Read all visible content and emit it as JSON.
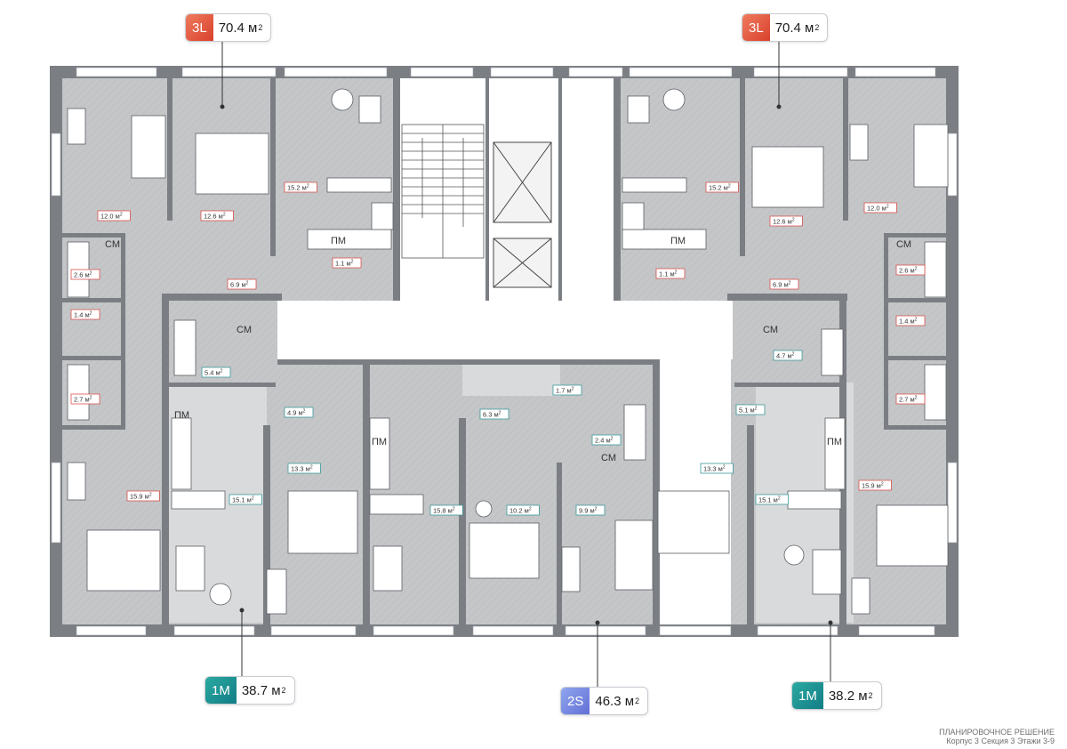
{
  "caption": {
    "title": "ПЛАНИРОВОЧНОЕ РЕШЕНИЕ",
    "subtitle": "Корпус 3 Секция 3 Этажи 3-9"
  },
  "area_unit": "м",
  "apartments": [
    {
      "id": "apt-3l-left",
      "code": "3L",
      "area": "70.4 м",
      "color": "#e35b41"
    },
    {
      "id": "apt-3l-right",
      "code": "3L",
      "area": "70.4 м",
      "color": "#e35b41"
    },
    {
      "id": "apt-1m-left",
      "code": "1M",
      "area": "38.7 м",
      "color": "#1f8f93"
    },
    {
      "id": "apt-2s-center",
      "code": "2S",
      "area": "46.3 м",
      "color": "#7585e0"
    },
    {
      "id": "apt-1m-right",
      "code": "1M",
      "area": "38.2 м",
      "color": "#1f8f93"
    }
  ],
  "room_areas": {
    "ul_bedroom_a": "12.0 м",
    "ul_bedroom_b": "12.6 м",
    "ul_kitchen": "15.2 м",
    "ul_storage": "1.1 м",
    "ul_hall": "6.9 м",
    "ul_bath": "2.6 м",
    "ul_wc": "1.4 м",
    "ul_bath2": "2.7 м",
    "ul_bedroom_c": "15.9 м",
    "ur_kitchen": "15.2 м",
    "ur_bedroom_b": "12.6 м",
    "ur_bedroom_a": "12.0 м",
    "ur_storage": "1.1 м",
    "ur_hall": "6.9 м",
    "ur_bath": "2.6 м",
    "ur_wc": "1.4 м",
    "ur_bath2": "2.7 м",
    "ur_bedroom_c": "15.9 м",
    "l1_bath": "5.4 м",
    "l1_hall": "4.9 м",
    "l1_kitchen": "15.1 м",
    "l1_room": "13.3 м",
    "c_kitchen": "15.8 м",
    "c_hall": "6.3 м",
    "c_wc": "1.7 м",
    "c_bath": "2.4 м",
    "c_room_a": "10.2 м",
    "c_room_b": "9.9 м",
    "r1_hall": "5.1 м",
    "r1_bath": "4.7 м",
    "r1_room": "13.3 м",
    "r1_kitchen": "15.1 м"
  },
  "fixtures": {
    "washer": "СМ",
    "dishwasher": "ПМ"
  }
}
